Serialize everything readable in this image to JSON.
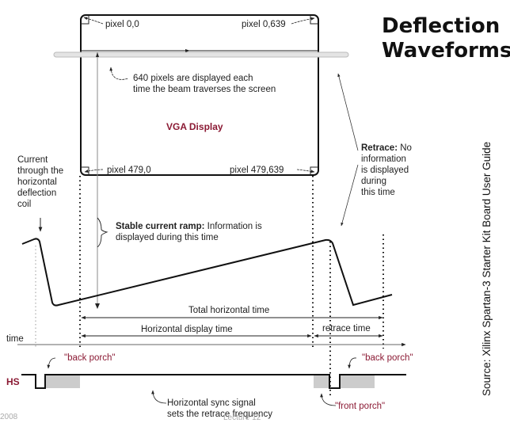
{
  "title": {
    "line1": "Deflection",
    "line2": "Waveforms"
  },
  "source": "Source: Xilinx Spartan-3 Starter Kit Board User Guide",
  "display": {
    "label": "VGA Display",
    "pixel_top_left": "pixel 0,0",
    "pixel_top_right": "pixel 0,639",
    "pixel_bottom_left": "pixel 479,0",
    "pixel_bottom_right": "pixel 479,639",
    "beam_note_line1": "640 pixels are displayed each",
    "beam_note_line2": "time the beam traverses the screen"
  },
  "annotations": {
    "current_lines": [
      "Current",
      "through the",
      "horizontal",
      "deflection",
      "coil"
    ],
    "stable_bold": "Stable current ramp:",
    "stable_rest1": " Information is",
    "stable_rest2": "displayed during this time",
    "retrace_bold": "Retrace:",
    "retrace_rest": " No",
    "retrace_lines": [
      "information",
      "is displayed",
      "during",
      "this time"
    ]
  },
  "timing": {
    "total": "Total horizontal time",
    "display": "Horizontal display time",
    "retrace": "retrace time",
    "time_axis": "time"
  },
  "sync": {
    "hs_label": "HS",
    "back_porch_left": "\"back porch\"",
    "back_porch_right": "\"back porch\"",
    "front_porch": "\"front porch\"",
    "note_line1": "Horizontal sync signal",
    "note_line2": "sets the retrace frequency"
  },
  "footer": {
    "year": "2008",
    "lecture": "Lecture 12"
  },
  "colors": {
    "accent_red": "#8b1a34",
    "porch_gray": "#cccccc"
  }
}
